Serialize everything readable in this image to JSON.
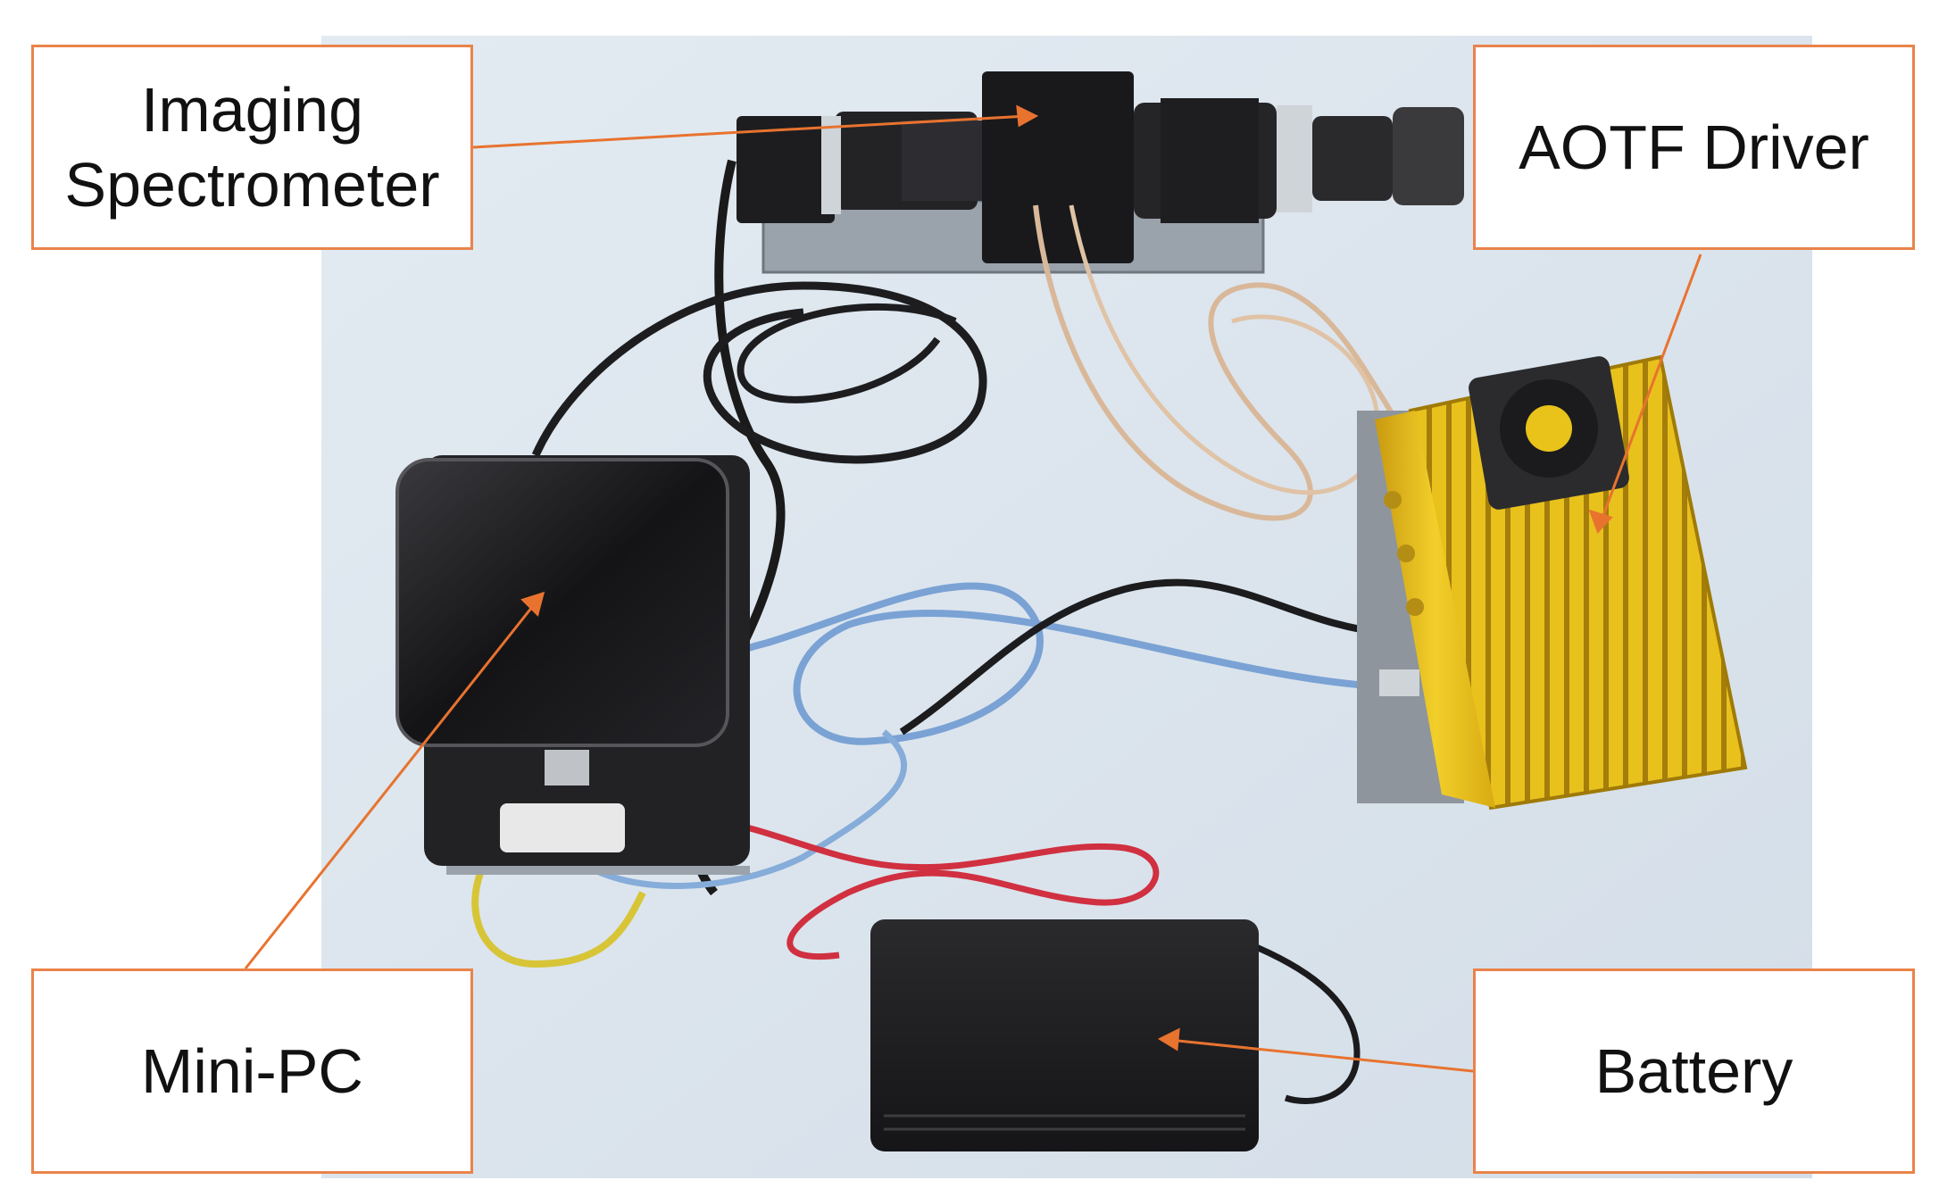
{
  "colors": {
    "callout_border": "#e9834a",
    "leader_line": "#e8732f",
    "backdrop": "#dde6ee",
    "driver_body": "#e9c21a",
    "device_black": "#1b1b1d",
    "ethernet_cable": "#7aa2d4",
    "power_cable_red": "#d03040",
    "power_cable_yellow": "#d7c537",
    "rf_cable": "#d9b89a"
  },
  "labels": {
    "imaging_spectrometer_line1": "Imaging",
    "imaging_spectrometer_line2": "Spectrometer",
    "aotf_driver": "AOTF Driver",
    "mini_pc": "Mini-PC",
    "battery": "Battery"
  }
}
